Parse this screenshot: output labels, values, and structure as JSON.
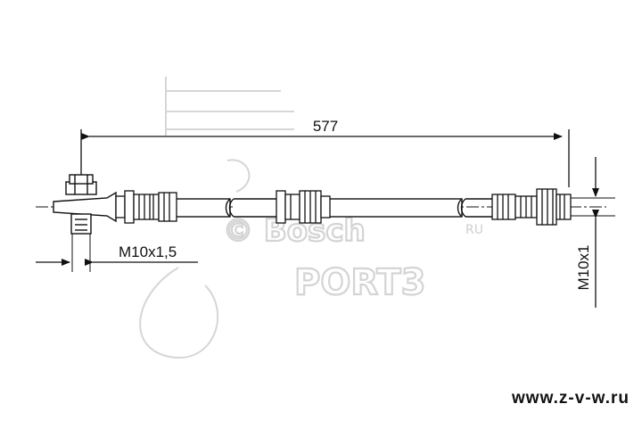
{
  "dimensions": {
    "length": "577",
    "thread_left": "M10x1,5",
    "thread_right": "M10x1"
  },
  "watermark": {
    "line1": "© Bosch",
    "line1_suffix": "RU",
    "line2": "PORT3"
  },
  "footer": {
    "website": "www.z-v-w.ru"
  },
  "colors": {
    "line": "#111111",
    "watermark": "#d0d0d0"
  }
}
